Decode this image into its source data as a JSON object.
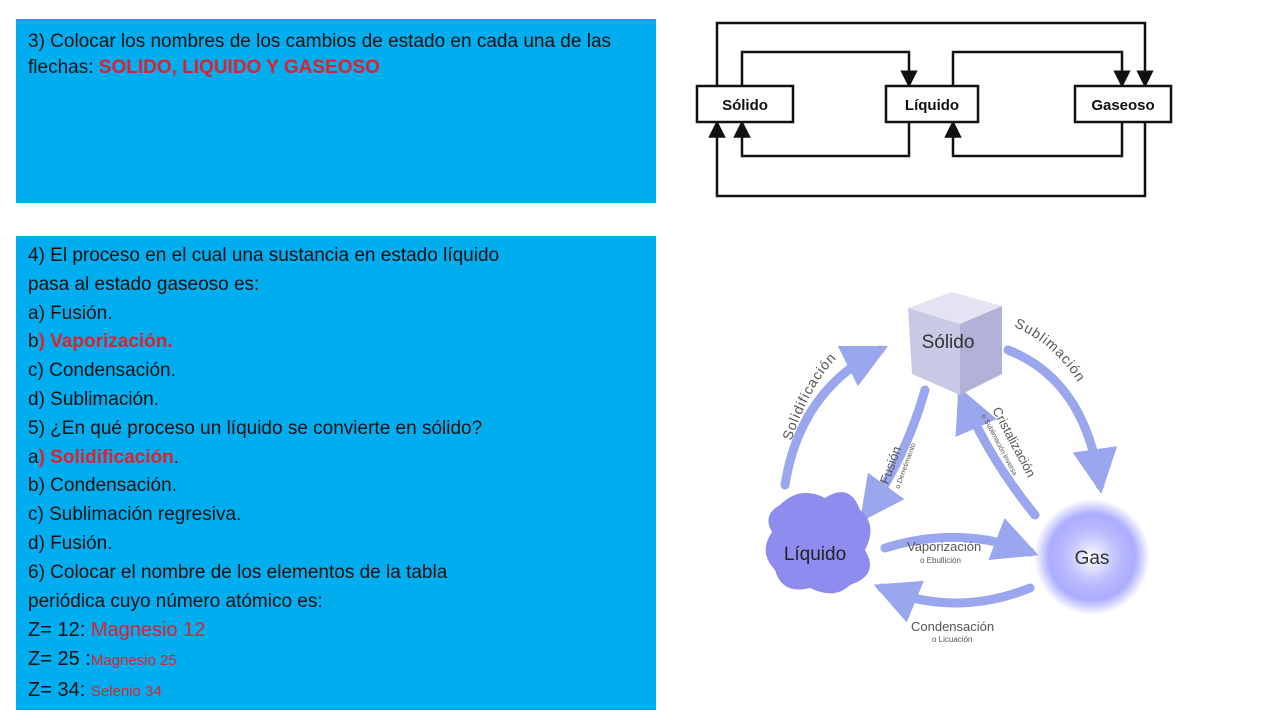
{
  "q3": {
    "text": "3) Colocar los nombres de los cambios de estado en cada una de las flechas: ",
    "answer": "SOLIDO, LIQUIDO Y GASEOSO"
  },
  "q4": {
    "q4_line1": "4) El proceso en el cual una sustancia en estado líquido",
    "q4_line2": "pasa al estado gaseoso es:",
    "a": "a) Fusión.",
    "b_prefix": "b",
    "b_answer": ") Vaporización.",
    "c": "c) Condensación.",
    "d": "d) Sublimación.",
    "q5": "5) ¿En qué proceso un líquido se convierte en sólido?",
    "q5_a_prefix": "a",
    "q5_a_answer": ") Solidificación",
    "q5_a_dot": ".",
    "q5_b": "b) Condensación.",
    "q5_c": "c) Sublimación regresiva.",
    "q5_d": "d) Fusión.",
    "q6_line1": "6) Colocar el nombre de los elementos de la tabla",
    "q6_line2": "periódica cuyo número atómico es:",
    "z12_label": "Z= 12: ",
    "z12_answer": "Magnesio 12",
    "z25_label": "Z= 25 :",
    "z25_answer": "Magnesio 25",
    "z34_label": "Z= 34: ",
    "z34_answer": "Selenio 34"
  },
  "diagram1": {
    "solid": "Sólido",
    "liquid": "Líquido",
    "gas": "Gaseoso"
  },
  "diagram2": {
    "solid": "Sólido",
    "liquid": "Líquido",
    "gas": "Gas",
    "solidificacion": "Solidificación",
    "sublimacion": "Sublimación",
    "fusion": "Fusión",
    "fusion_sub": "o Derretimiento",
    "cristalizacion": "Cristalización",
    "cristalizacion_sub": "o Sublimación inversa",
    "vaporizacion": "Vaporización",
    "vaporizacion_sub": "o Ebullición",
    "condensacion": "Condensación",
    "condensacion_sub": "o Licuación",
    "colors": {
      "arrow": "#9aa6ee",
      "liquid": "#8f8cf0",
      "cube": "#c8c8e8",
      "gas": "#8080ff"
    }
  }
}
